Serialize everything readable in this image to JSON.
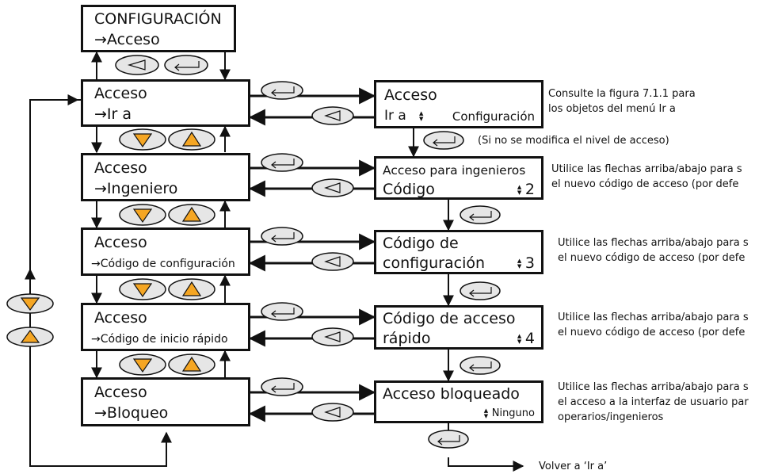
{
  "left_boxes": {
    "config": {
      "line1": "CONFIGURACIÓN",
      "line2": "→Acceso"
    },
    "ira": {
      "line1": "Acceso",
      "line2": "→Ir a"
    },
    "ingeniero": {
      "line1": "Acceso",
      "line2": "→Ingeniero"
    },
    "codigo_conf": {
      "line1": "Acceso",
      "line2": "→Código de configuración"
    },
    "inicio_rapido": {
      "line1": "Acceso",
      "line2": "→Código de inicio rápido"
    },
    "bloqueo": {
      "line1": "Acceso",
      "line2": "→Bloqueo"
    }
  },
  "right_boxes": {
    "ira": {
      "line1": "Acceso",
      "line2_label": "Ir a",
      "line2_value": "Configuración"
    },
    "ingenieros": {
      "line1": "Acceso para ingenieros",
      "line2_label": "Código",
      "line2_value": "2"
    },
    "configuracion": {
      "line1": "Código de",
      "line2_label": "configuración",
      "line2_value": "3"
    },
    "rapido": {
      "line1": "Código de acceso",
      "line2_label": "rápido",
      "line2_value": "4"
    },
    "bloqueado": {
      "line1": "Acceso bloqueado",
      "line2_value": "Ninguno"
    }
  },
  "notes": {
    "ira_1": "Consulte la figura 7.1.1 para",
    "ira_2": "los objetos del menú Ir a",
    "no_mod": "(Si no se modifica el nivel de acceso)",
    "code_1": "Utilice las flechas arriba/abajo para s",
    "code_2": "el nuevo código de acceso (por defe",
    "lock_1": "Utilice las flechas arriba/abajo para s",
    "lock_2": "el acceso a la interfaz de usuario par",
    "lock_3": "operarios/ingenieros",
    "volver": "Volver a ‘Ir a’"
  },
  "glyphs": {
    "updown": "▲▼"
  },
  "colors": {
    "accent": "#f5a623",
    "button_fill": "#e6e6e6",
    "line": "#111111"
  },
  "icons": [
    "page-button-icon",
    "enter-button-icon",
    "down-button-icon",
    "up-button-icon"
  ]
}
